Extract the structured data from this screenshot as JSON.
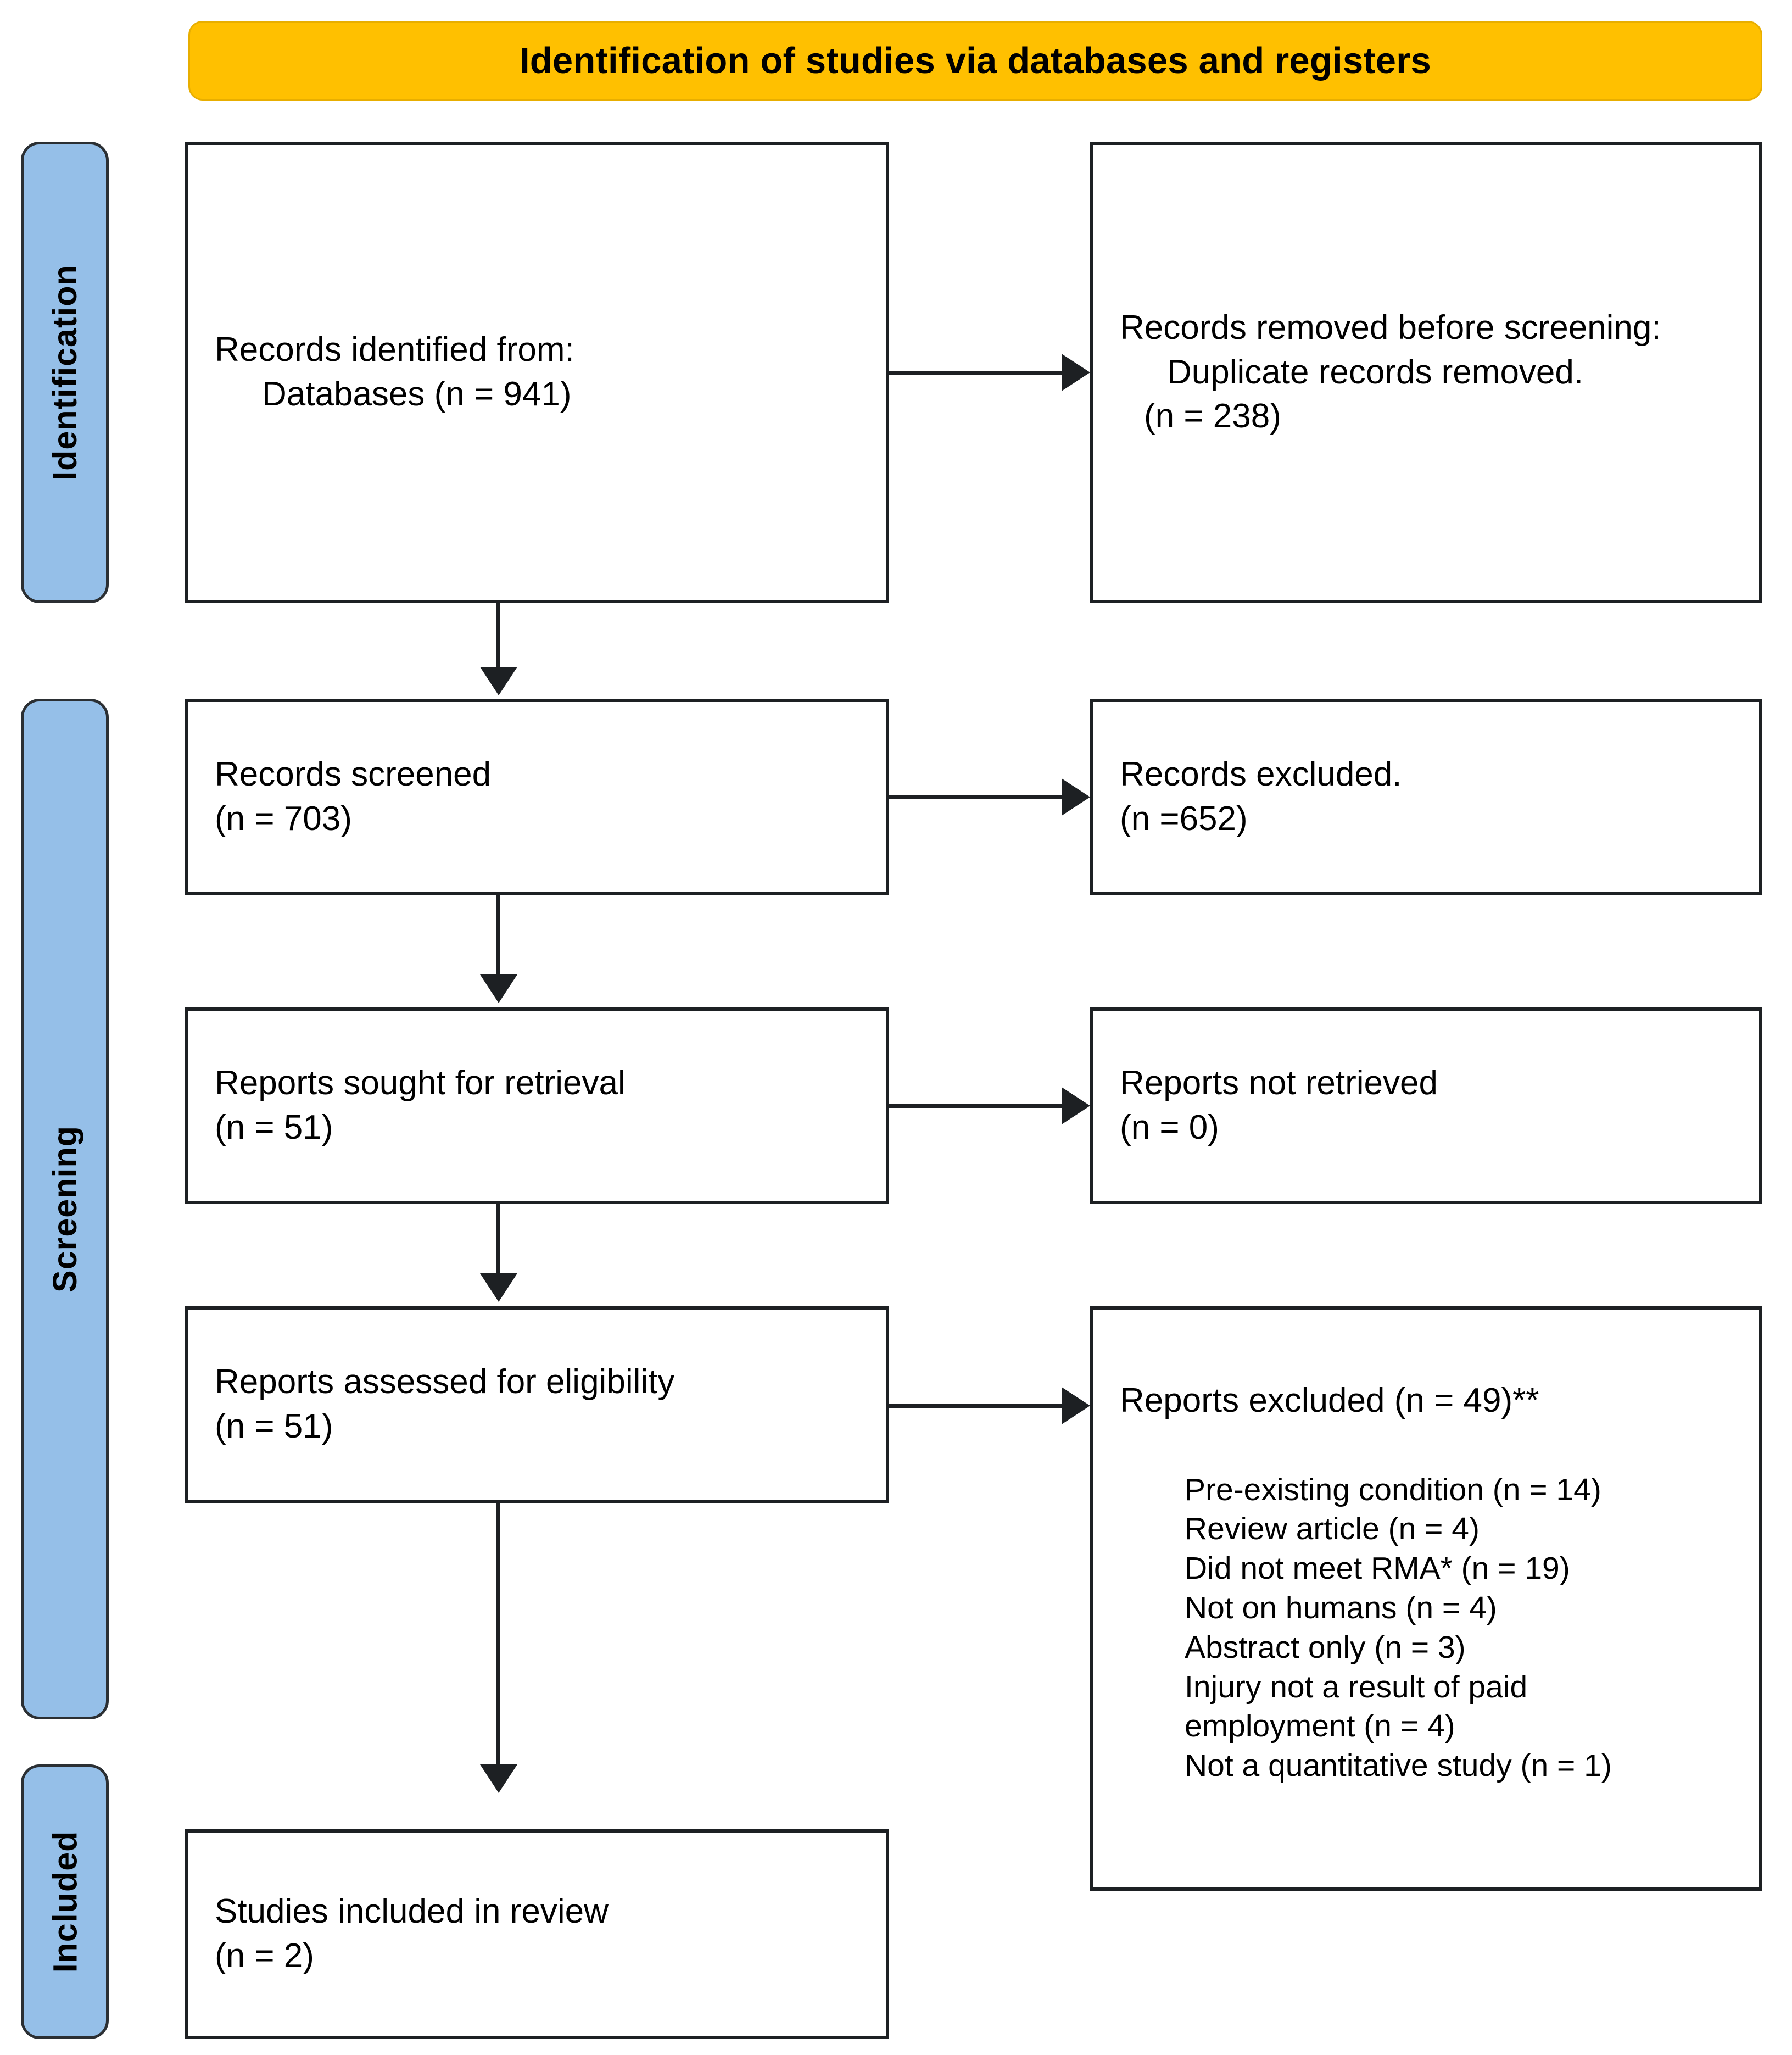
{
  "banner": {
    "title": "Identification of studies via databases and registers"
  },
  "stages": [
    {
      "key": "identification",
      "label": "Identification"
    },
    {
      "key": "screening",
      "label": "Screening"
    },
    {
      "key": "included",
      "label": "Included"
    }
  ],
  "colors": {
    "banner_fill": "#FFC000",
    "stage_fill": "#95BFE8",
    "box_border": "#1d2023",
    "box_fill": "#FFFFFF",
    "text": "#000000"
  },
  "boxes": {
    "identified": {
      "lines": [
        "Records identified from:",
        "Databases (n = 941)"
      ]
    },
    "removed": {
      "line_prefix": "Records removed ",
      "line_italic": "before screening",
      "line_suffix": ":",
      "lines": [
        "Duplicate records removed.",
        "(n = 238)"
      ]
    },
    "screened": {
      "lines": [
        "Records screened",
        "(n = 703)"
      ]
    },
    "excluded": {
      "lines": [
        "Records excluded.",
        "(n =652)"
      ]
    },
    "sought": {
      "lines": [
        "Reports sought for retrieval",
        "(n = 51)"
      ]
    },
    "not_retrieved": {
      "lines": [
        "Reports not retrieved",
        "(n = 0)"
      ]
    },
    "assessed": {
      "lines": [
        "Reports assessed for eligibility",
        "(n = 51)"
      ]
    },
    "reports_excluded": {
      "heading": "Reports excluded (n = 49)**",
      "reasons": [
        "Pre-existing condition (n = 14)",
        "Review article (n = 4)",
        "Did not meet RMA* (n = 19)",
        "Not on humans (n = 4)",
        "Abstract only (n = 3)",
        "Injury not a result of paid",
        "employment (n = 4)",
        "Not a quantitative study (n = 1)"
      ]
    },
    "included": {
      "lines": [
        "Studies included in review",
        "(n = 2)"
      ]
    }
  },
  "chart_data": {
    "type": "diagram",
    "title": "Identification of studies via databases and registers",
    "nodes": [
      {
        "id": "identified",
        "stage": "Identification",
        "column": "left",
        "label": "Records identified from: Databases",
        "n": 941
      },
      {
        "id": "removed",
        "stage": "Identification",
        "column": "right",
        "label": "Records removed before screening: Duplicate records removed.",
        "n": 238
      },
      {
        "id": "screened",
        "stage": "Screening",
        "column": "left",
        "label": "Records screened",
        "n": 703
      },
      {
        "id": "excluded",
        "stage": "Screening",
        "column": "right",
        "label": "Records excluded.",
        "n": 652
      },
      {
        "id": "sought",
        "stage": "Screening",
        "column": "left",
        "label": "Reports sought for retrieval",
        "n": 51
      },
      {
        "id": "not_retrieved",
        "stage": "Screening",
        "column": "right",
        "label": "Reports not retrieved",
        "n": 0
      },
      {
        "id": "assessed",
        "stage": "Screening",
        "column": "left",
        "label": "Reports assessed for eligibility",
        "n": 51
      },
      {
        "id": "reports_excluded",
        "stage": "Screening",
        "column": "right",
        "label": "Reports excluded**",
        "n": 49
      },
      {
        "id": "included",
        "stage": "Included",
        "column": "left",
        "label": "Studies included in review",
        "n": 2
      }
    ],
    "edges": [
      {
        "from": "identified",
        "to": "removed",
        "direction": "right"
      },
      {
        "from": "identified",
        "to": "screened",
        "direction": "down"
      },
      {
        "from": "screened",
        "to": "excluded",
        "direction": "right"
      },
      {
        "from": "screened",
        "to": "sought",
        "direction": "down"
      },
      {
        "from": "sought",
        "to": "not_retrieved",
        "direction": "right"
      },
      {
        "from": "sought",
        "to": "assessed",
        "direction": "down"
      },
      {
        "from": "assessed",
        "to": "reports_excluded",
        "direction": "right"
      },
      {
        "from": "assessed",
        "to": "included",
        "direction": "down"
      }
    ],
    "exclusion_reasons": [
      {
        "reason": "Pre-existing condition",
        "n": 14
      },
      {
        "reason": "Review article",
        "n": 4
      },
      {
        "reason": "Did not meet RMA*",
        "n": 19
      },
      {
        "reason": "Not on humans",
        "n": 4
      },
      {
        "reason": "Abstract only",
        "n": 3
      },
      {
        "reason": "Injury not a result of paid employment",
        "n": 4
      },
      {
        "reason": "Not a quantitative study",
        "n": 1
      }
    ]
  }
}
